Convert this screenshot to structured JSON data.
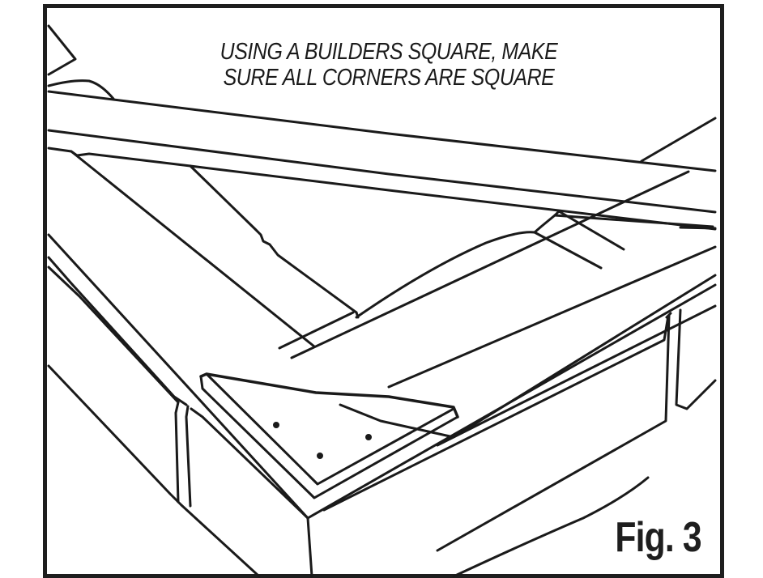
{
  "figure": {
    "caption_lines": [
      "USING A BUILDERS SQUARE, MAKE",
      "SURE ALL CORNERS ARE SQUARE"
    ],
    "label": "Fig. 3"
  },
  "illustration": {
    "subject": "builders-square-on-raised-bed-frame-corner",
    "stroke_color": "#1a1a1a",
    "background_color": "#ffffff",
    "frame_color": "#1e1e1e"
  }
}
